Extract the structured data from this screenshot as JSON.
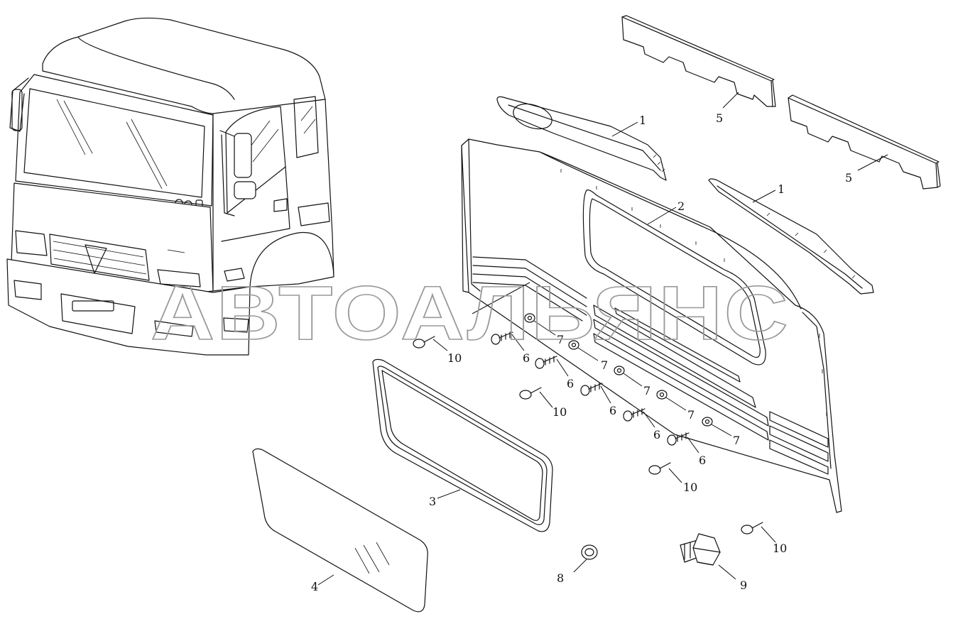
{
  "watermark": "АВТОАЛЬЯНС",
  "callouts": {
    "c1a": "1",
    "c1b": "1",
    "c2": "2",
    "c3": "3",
    "c4": "4",
    "c5a": "5",
    "c5b": "5",
    "c6a": "6",
    "c6b": "6",
    "c6c": "6",
    "c6d": "6",
    "c6e": "6",
    "c7a": "7",
    "c7b": "7",
    "c7c": "7",
    "c7d": "7",
    "c7e": "7",
    "c8": "8",
    "c9": "9",
    "c10a": "10",
    "c10b": "10",
    "c10c": "10",
    "c10d": "10"
  },
  "colors": {
    "line": "#111111",
    "watermark": "#9a9a9a",
    "background": "#ffffff"
  }
}
